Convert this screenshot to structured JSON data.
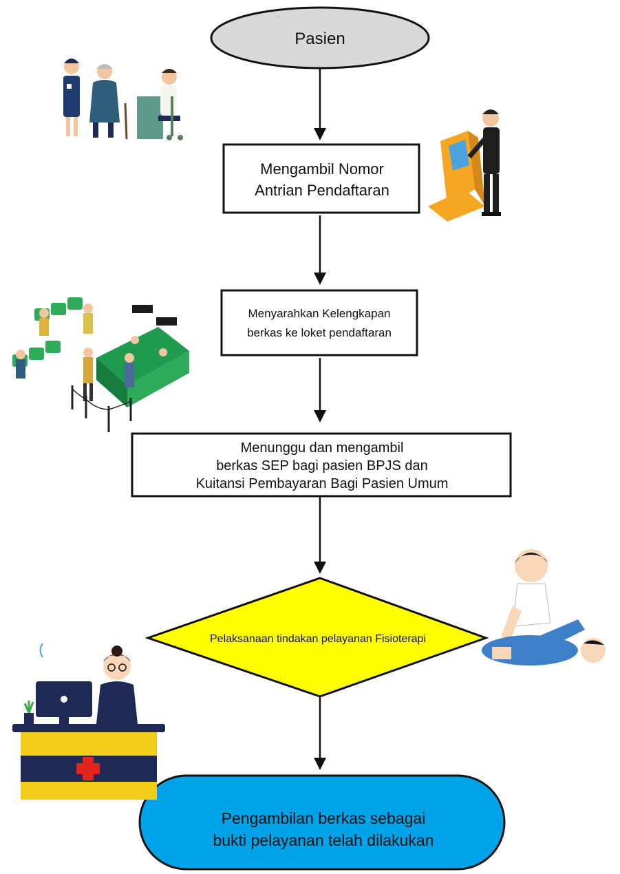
{
  "flow": {
    "start": {
      "label": "Pasien",
      "fill": "#d9d9d9"
    },
    "step1": {
      "line1": "Mengambil Nomor",
      "line2": "Antrian Pendaftaran"
    },
    "step2": {
      "line1": "Menyarahkan Kelengkapan",
      "line2": "berkas ke loket pendaftaran"
    },
    "step3": {
      "line1": "Menunggu dan mengambil",
      "line2": "berkas SEP bagi pasien BPJS dan",
      "line3": "Kuitansi Pembayaran Bagi Pasien Umum"
    },
    "decision": {
      "label": "Pelaksanaan tindakan pelayanan Fisioterapi",
      "fill": "#ffff00"
    },
    "end": {
      "line1": "Pengambilan berkas sebagai",
      "line2": "bukti pelayanan telah dilakukan",
      "fill": "#00a2e8"
    }
  },
  "illustrations": [
    "doctor-patient-consultation-illustration",
    "queue-kiosk-illustration",
    "registration-counter-illustration",
    "physiotherapy-illustration",
    "reception-desk-illustration"
  ],
  "colors": {
    "stroke": "#111111",
    "kiosk": "#f5a623",
    "green": "#2eab5a",
    "navy": "#1e2a55",
    "red": "#e52420"
  }
}
